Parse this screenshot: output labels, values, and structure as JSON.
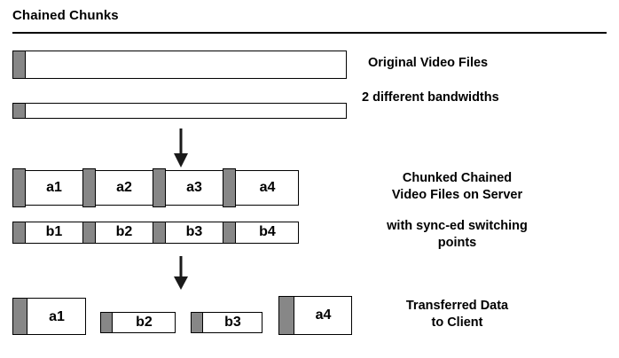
{
  "header": {
    "title": "Chained Chunks"
  },
  "colors": {
    "chunk_marker": "#878787",
    "outline": "#000000",
    "background": "#ffffff",
    "text": "#000000"
  },
  "captions": {
    "original": "Original Video Files",
    "bandwidths": "2 different bandwidths",
    "server": "Chunked Chained\nVideo Files on Server",
    "sync": "with sync-ed switching\npoints",
    "transferred": "Transferred Data\nto Client"
  },
  "rows": {
    "original_files": {
      "label": "Original Video Files",
      "bars": [
        {
          "name": "high-bandwidth-bar",
          "marker": true
        },
        {
          "name": "low-bandwidth-bar",
          "marker": true
        }
      ]
    },
    "chunked_a": {
      "stream": "a",
      "chunks": [
        {
          "label": "a1"
        },
        {
          "label": "a2"
        },
        {
          "label": "a3"
        },
        {
          "label": "a4"
        }
      ]
    },
    "chunked_b": {
      "stream": "b",
      "chunks": [
        {
          "label": "b1"
        },
        {
          "label": "b2"
        },
        {
          "label": "b3"
        },
        {
          "label": "b4"
        }
      ]
    },
    "transferred": {
      "chunks": [
        {
          "label": "a1"
        },
        {
          "label": "b2"
        },
        {
          "label": "b3"
        },
        {
          "label": "a4"
        }
      ]
    }
  },
  "arrows": {
    "first": "down-arrow",
    "second": "down-arrow"
  }
}
